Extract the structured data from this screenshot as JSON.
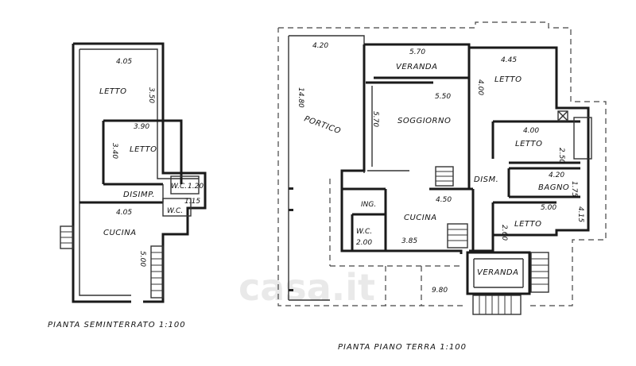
{
  "plans": {
    "basement": {
      "caption": "PIANTA SEMINTERRATO  1:100",
      "rooms": {
        "letto1": "LETTO",
        "letto2": "LETTO",
        "disimp": "DISIMP.",
        "wc1": "W.C.",
        "wc2": "W.C.",
        "cucina": "CUCINA"
      },
      "dims": {
        "d405a": "4.05",
        "d350": "3.50",
        "d390": "3.90",
        "d340": "3.40",
        "d405b": "4.05",
        "d500": "5.00",
        "d120": "1.20",
        "d115": "1.15"
      }
    },
    "ground": {
      "caption": "PIANTA PIANO TERRA  1:100",
      "rooms": {
        "portico": "PORTICO",
        "veranda1": "VERANDA",
        "soggiorno": "SOGGIORNO",
        "letto1": "LETTO",
        "letto2": "LETTO",
        "letto3": "LETTO",
        "dism": "DISM.",
        "bagno": "BAGNO",
        "ing": "ING.",
        "wc": "W.C.",
        "cucina": "CUCINA",
        "veranda2": "VERANDA"
      },
      "dims": {
        "d420a": "4.20",
        "d1480": "14.80",
        "d570a": "5.70",
        "d445": "4.45",
        "d400a": "4.00",
        "d570b": "5.70",
        "d550": "5.50",
        "d400b": "4.00",
        "d250": "2.50",
        "d420b": "4.20",
        "d175": "1.75",
        "d450": "4.50",
        "d500": "5.00",
        "d415": "4.15",
        "d260": "2.60",
        "d200": "2.00",
        "d385": "3.85",
        "d980": "9.80"
      }
    }
  },
  "watermark": "casa.it"
}
